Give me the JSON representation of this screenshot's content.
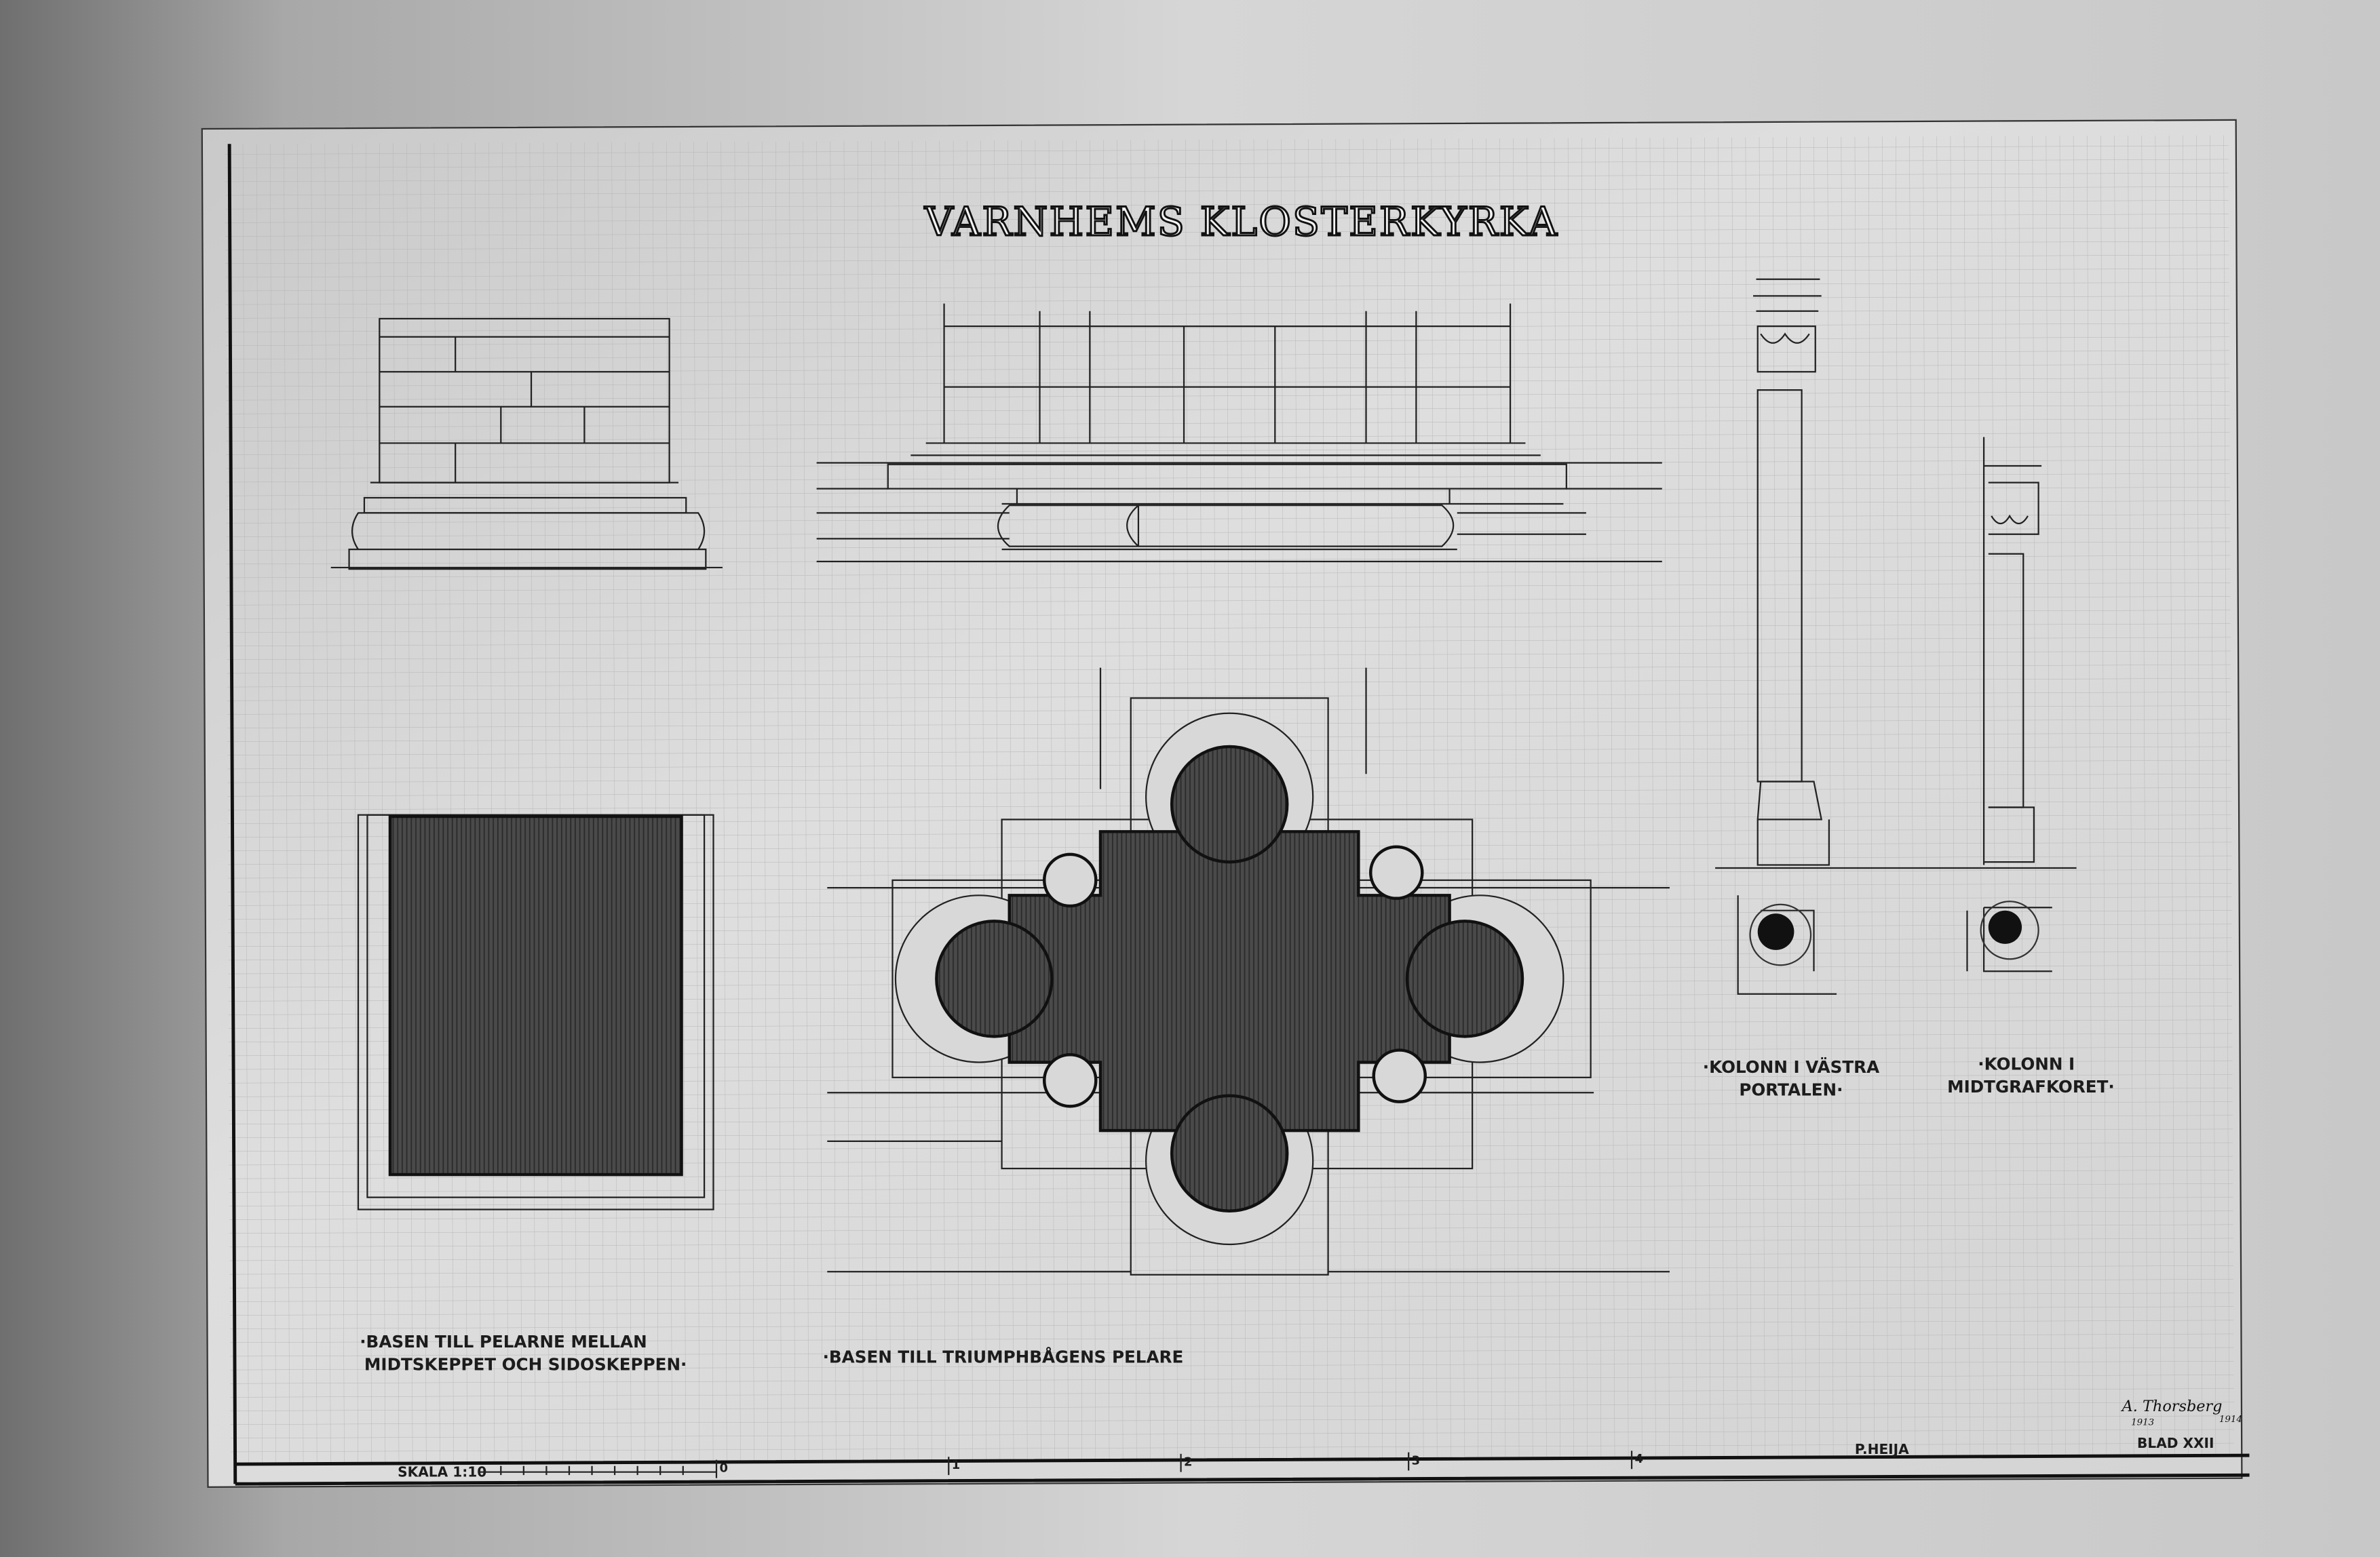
{
  "title": "VARNHEMS KLOSTERKYRKA",
  "labels": {
    "pier_base_line1": "·BASEN TILL PELARNE MELLAN",
    "pier_base_line2": "MIDTSKEPPET OCH SIDOSKEPPEN·",
    "triumph_base": "·BASEN TILL TRIUMPHBÅGENS PELARE",
    "column_west_line1": "·KOLONN I VÄSTRA",
    "column_west_line2": "PORTALEN·",
    "column_choir_line1": "·KOLONN I",
    "column_choir_line2": "MIDTGRAFKORET·"
  },
  "footer": {
    "scale_label": "SKALA 1:10",
    "scale_ticks": [
      "0",
      "1",
      "2",
      "3",
      "4"
    ],
    "drawer": "P.HEIJA",
    "sheet_number": "BLAD XXII",
    "signature": "A. Thorsberg",
    "years": [
      "1913",
      "1914"
    ]
  },
  "colors": {
    "paper": "#dcdcdc",
    "ink": "#151515",
    "hatch": "#3a3a3a"
  }
}
